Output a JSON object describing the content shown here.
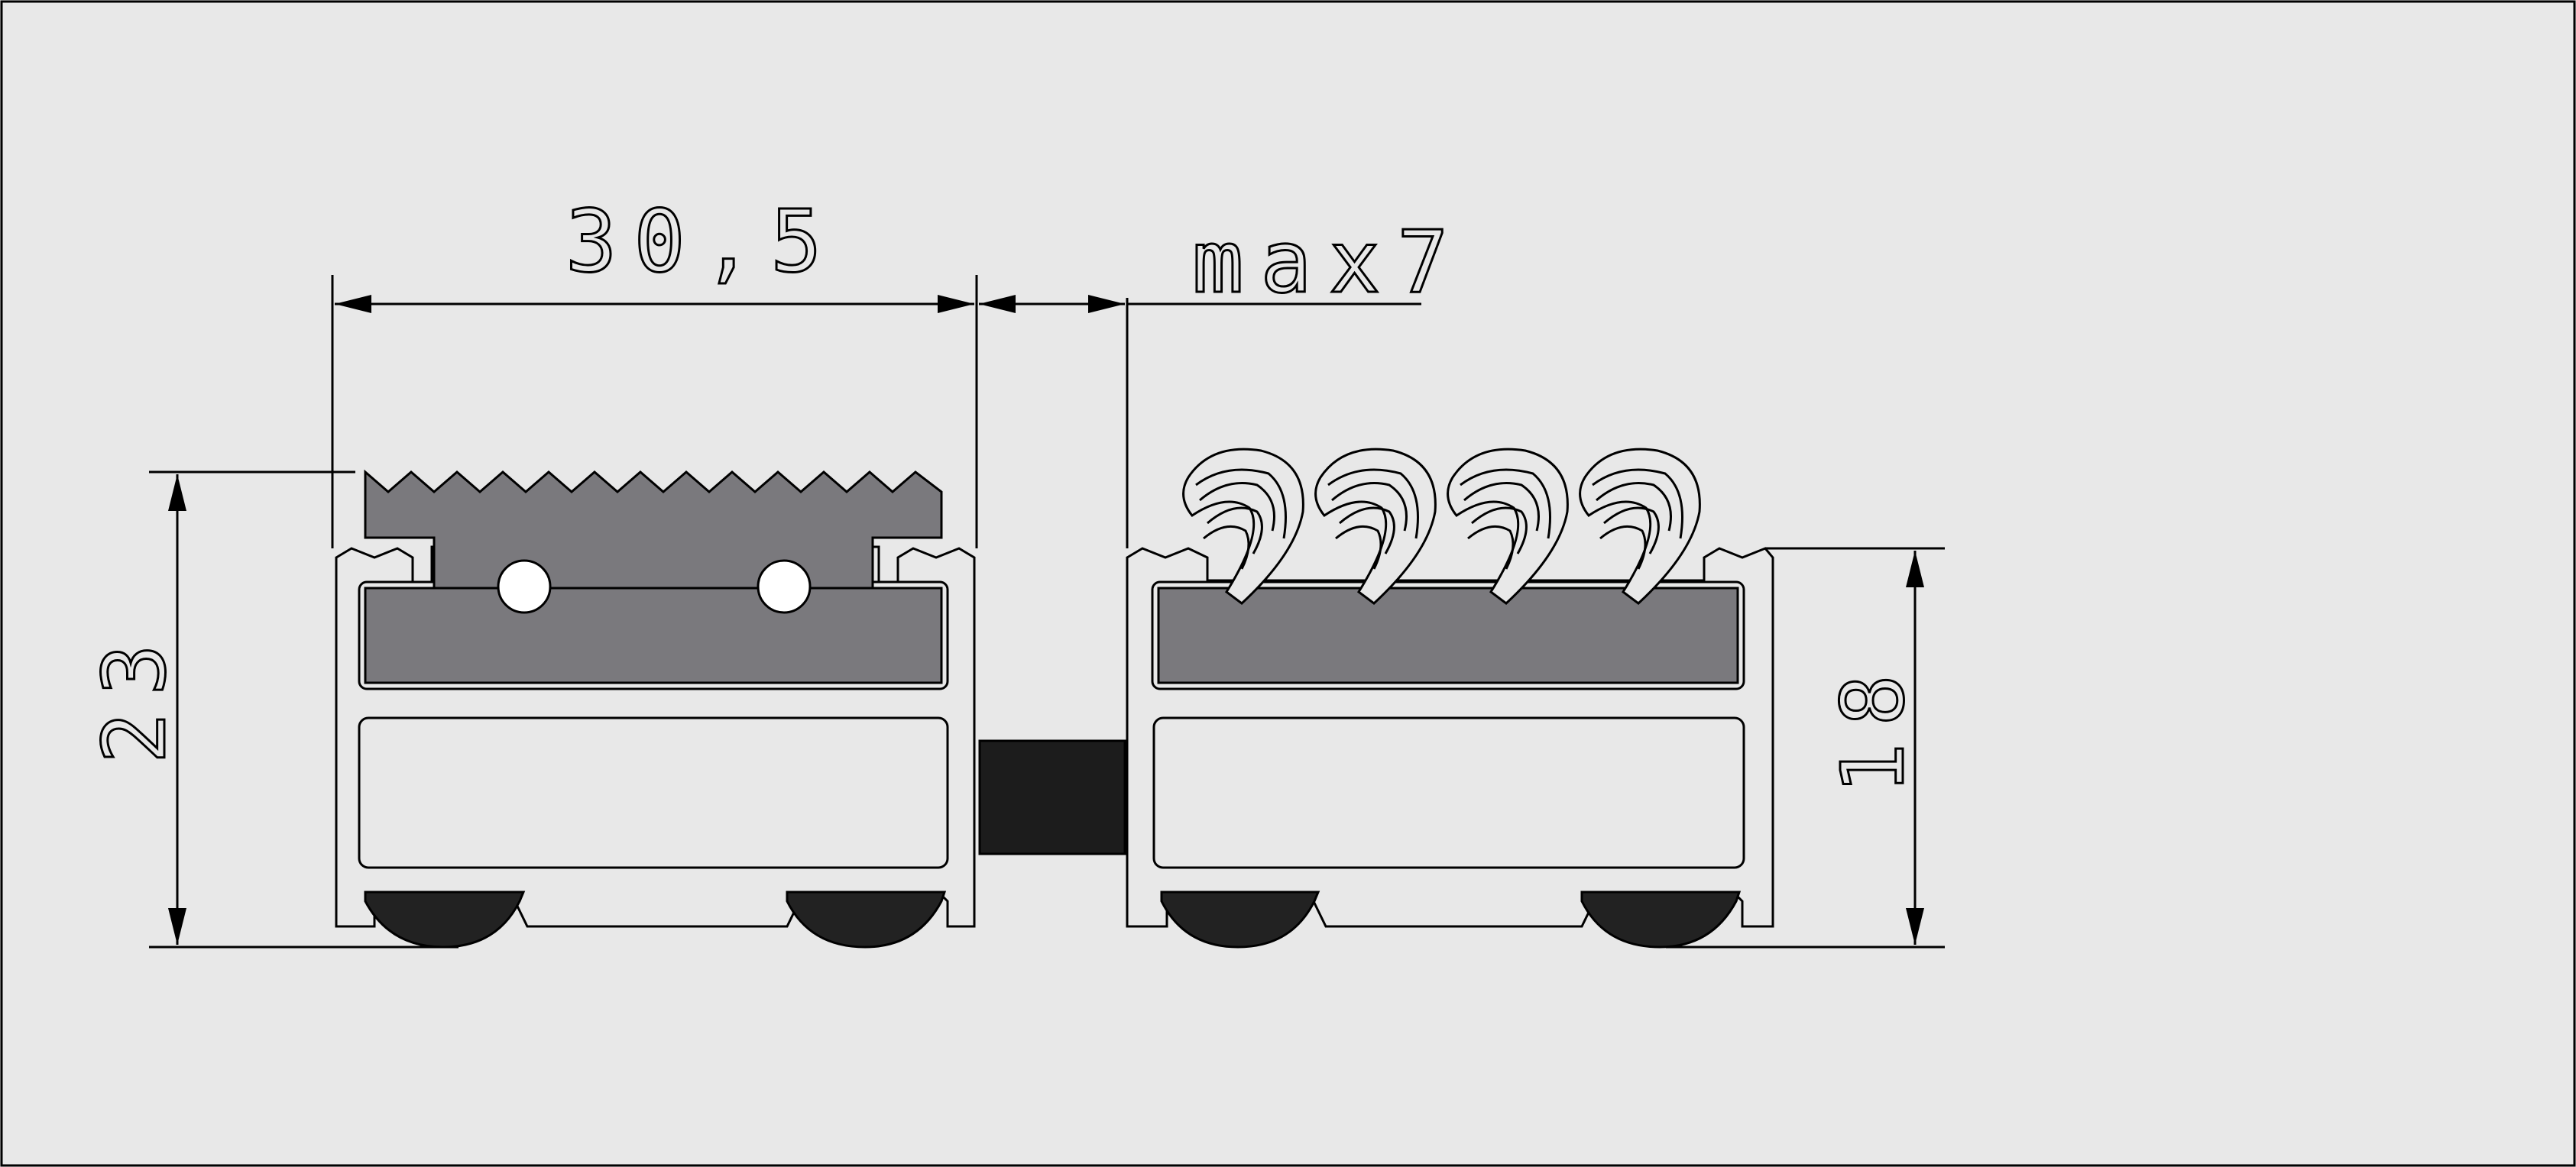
{
  "dimensions": {
    "width_label": "30,5",
    "gap_label": "max7",
    "total_height_label": "23",
    "profile_height_label": "18"
  },
  "colors": {
    "background": "#e8e8e8",
    "line": "#000000",
    "fill_grey": "#7a797d",
    "spacer": "#1c1c1c",
    "foot": "#222222",
    "metal": "#e8e8e8"
  },
  "icons": {
    "rubber_insert": "rubber-serrated-insert",
    "brush_insert": "brush-tufts-insert",
    "rubber_foot": "rubber-foot",
    "spacer": "black-spacer"
  }
}
